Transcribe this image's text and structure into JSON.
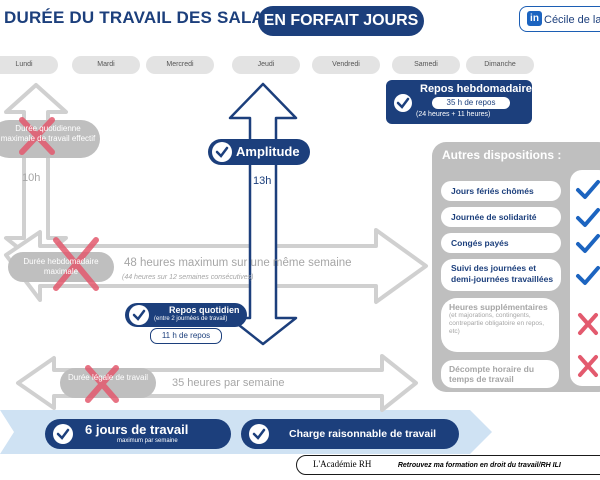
{
  "header": {
    "title": "DURÉE DU TRAVAIL DES SALARIÉS",
    "pill": "EN FORFAIT JOURS",
    "linkedin_icon": "in",
    "author": "Cécile de la"
  },
  "days": [
    "Lundi",
    "Mardi",
    "Mercredi",
    "Jeudi",
    "Vendredi",
    "Samedi",
    "Dimanche"
  ],
  "repos_hebdo": {
    "title": "Repos hebdomadaire",
    "value": "35 h de repos",
    "detail": "(24 heures + 11 heures)"
  },
  "duree_quotidienne": {
    "label": "Durée quotidienne maximale de travail effectif",
    "value": "10h"
  },
  "amplitude": {
    "label": "Amplitude",
    "value": "13h"
  },
  "duree_hebdo": {
    "label": "Durée hebdomadaire maximale",
    "text": "48 heures maximum sur une même semaine",
    "sub": "(44 heures sur 12 semaines consécutives)"
  },
  "repos_quotidien": {
    "title": "Repos quotidien",
    "sub": "(entre 2 journées de travail)",
    "value": "11 h de repos"
  },
  "duree_legale": {
    "label": "Durée légale de travail",
    "text": "35 heures par semaine"
  },
  "bottom": {
    "jours": "6 jours de travail",
    "jours_sub": "maximum par semaine",
    "charge": "Charge raisonnable de travail"
  },
  "autres": {
    "title": "Autres dispositions :",
    "items_yes": [
      "Jours fériés chômés",
      "Journée de solidarité",
      "Congés payés",
      "Suivi des journées et demi-journées travaillées"
    ],
    "heures_sup": {
      "title": "Heures supplémentaires",
      "sub": "(et majorations, contingents, contrepartie obligatoire en repos, etc)"
    },
    "decompte": "Décompte horaire du temps de travail"
  },
  "footer": {
    "brand": "L'Académie RH",
    "text": "Retrouvez ma formation en droit du travail/RH ILI"
  },
  "colors": {
    "navy": "#1c3f7c",
    "gray_arrow": "#d9d9d9",
    "check_blue": "#1c64c0",
    "cross_red": "#e35a6e",
    "panel_gray": "#bfbfbf"
  }
}
